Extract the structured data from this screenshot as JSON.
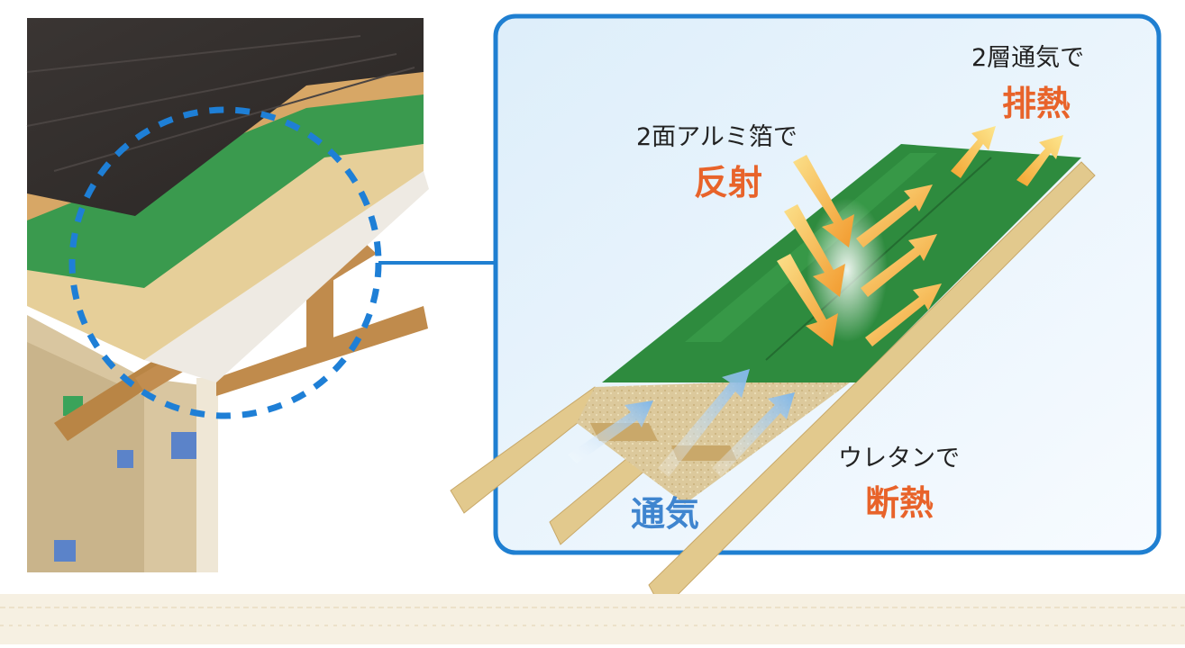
{
  "labels": {
    "exhaust_caption": "2層通気で",
    "exhaust_keyword": "排熱",
    "reflect_caption": "2面アルミ箔で",
    "reflect_keyword": "反射",
    "insulation_caption": "ウレタンで",
    "insulation_keyword": "断熱",
    "ventilation_keyword": "通気"
  },
  "colors": {
    "frame_border": "#1f7fd1",
    "panel_green": "#2e8b3e",
    "keyword_orange": "#e8632a",
    "keyword_blue": "#3f85cf",
    "zoom_circle": "#1e7fd6",
    "wood": "#e2c98d",
    "insulation": "#dcc99c"
  },
  "icons": [
    "zoom-circle-icon",
    "heat-arrow-icon",
    "air-flow-arrow-icon"
  ]
}
